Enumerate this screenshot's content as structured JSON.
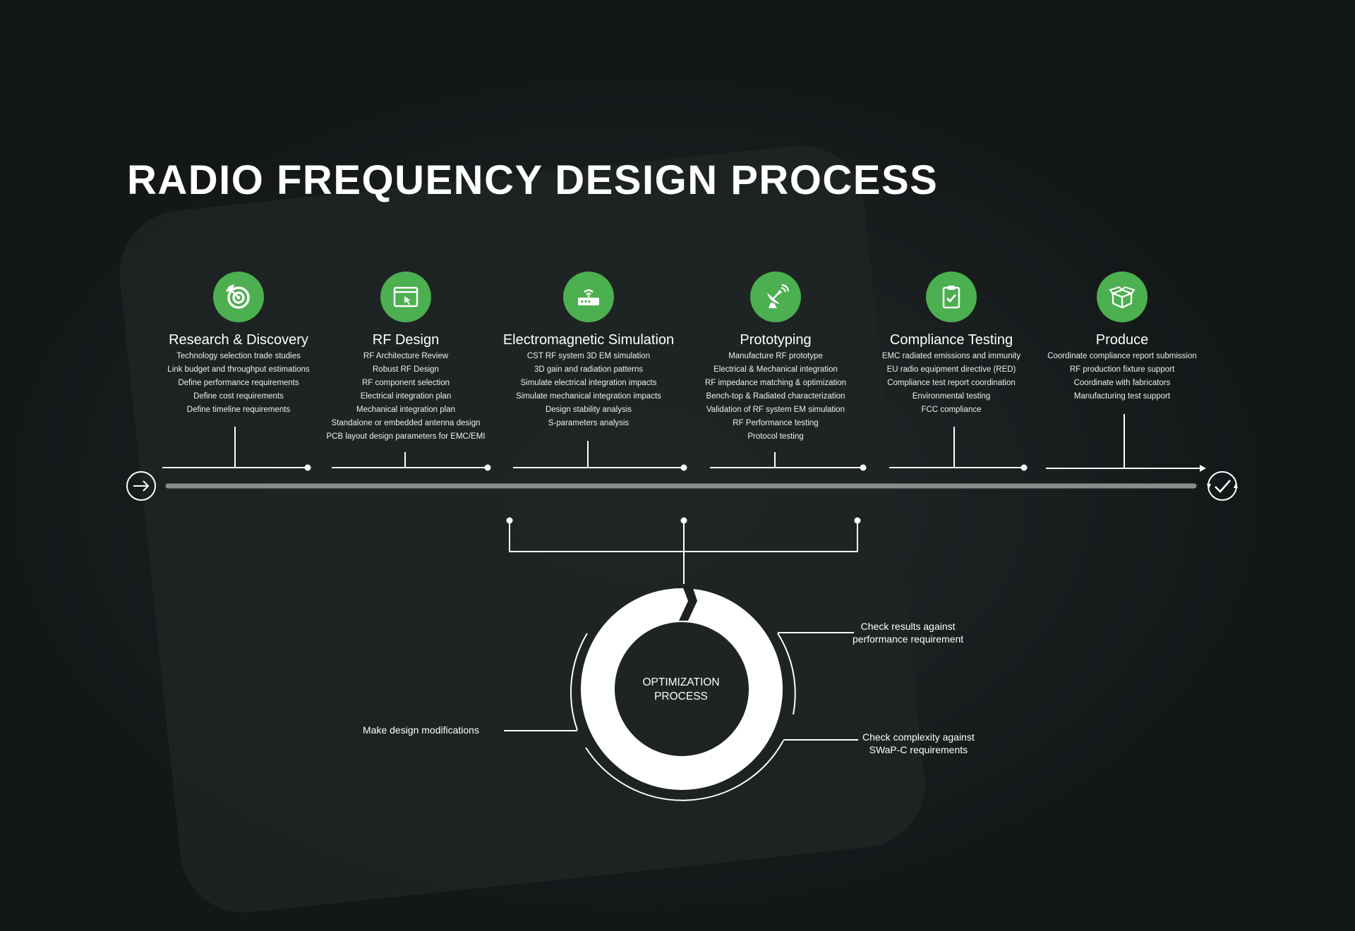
{
  "title": "RADIO FREQUENCY DESIGN PROCESS",
  "accent_color": "#4caf50",
  "stages": [
    {
      "title": "Research & Discovery",
      "icon": "target-icon",
      "items": [
        "Technology selection trade studies",
        "Link budget and throughput estimations",
        "Define performance requirements",
        "Define cost requirements",
        "Define timeline requirements"
      ]
    },
    {
      "title": "RF Design",
      "icon": "browser-window-icon",
      "items": [
        "RF Architecture Review",
        "Robust RF Design",
        "RF component selection",
        "Electrical integration plan",
        "Mechanical integration plan",
        "Standalone or embedded antenna design",
        "PCB layout design parameters for EMC/EMI"
      ]
    },
    {
      "title": "Electromagnetic Simulation",
      "icon": "router-icon",
      "items": [
        "CST RF system 3D EM simulation",
        "3D gain and radiation patterns",
        "Simulate electrical integration impacts",
        "Simulate mechanical integration impacts",
        "Design stability analysis",
        "S-parameters analysis"
      ]
    },
    {
      "title": "Prototyping",
      "icon": "satellite-dish-icon",
      "items": [
        "Manufacture RF prototype",
        "Electrical & Mechanical integration",
        "RF impedance matching & optimization",
        "Bench-top & Radiated characterization",
        "Validation of RF system EM simulation",
        "RF Performance testing",
        "Protocol testing"
      ]
    },
    {
      "title": "Compliance Testing",
      "icon": "clipboard-check-icon",
      "items": [
        "EMC radiated emissions and immunity",
        "EU radio equipment directive (RED)",
        "Compliance test report coordination",
        "Environmental testing",
        "FCC compliance"
      ]
    },
    {
      "title": "Produce",
      "icon": "box-icon",
      "items": [
        "Coordinate compliance report submission",
        "RF production fixture support",
        "Coordinate with fabricators",
        "Manufacturing test support"
      ]
    }
  ],
  "optimization": {
    "center_label_line1": "OPTIMIZATION",
    "center_label_line2": "PROCESS",
    "right_top_line1": "Check results against",
    "right_top_line2": "performance requirement",
    "right_bottom_line1": "Check complexity against",
    "right_bottom_line2": "SWaP-C requirements",
    "left_label": "Make design modifications"
  }
}
